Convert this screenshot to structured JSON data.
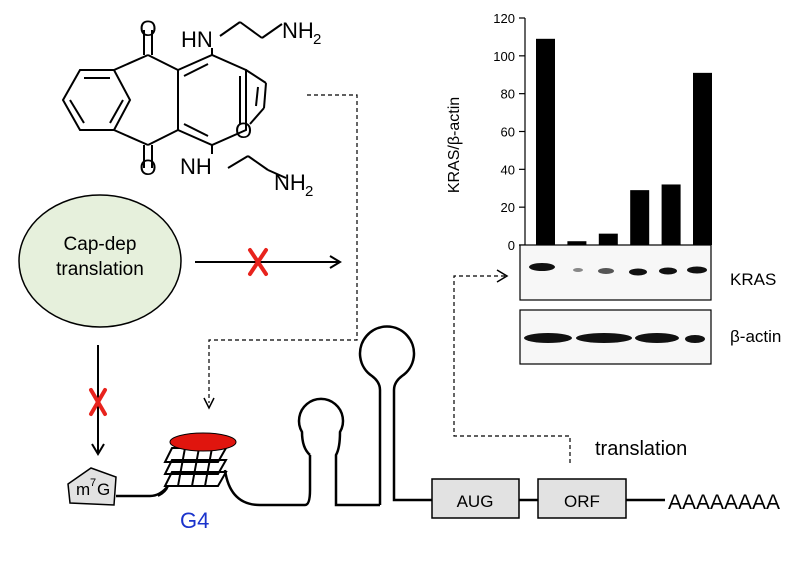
{
  "molecule": {
    "o_top": "O",
    "o_bottom": "O",
    "nh_top": "HN",
    "nh2_top": "NH",
    "nh2_top_sub": "2",
    "o_furan": "O",
    "nh_bottom": "NH",
    "nh2_bottom": "NH",
    "nh2_bottom_sub": "2"
  },
  "cap_dep": {
    "line1": "Cap-dep",
    "line2": "translation"
  },
  "m7g": {
    "main": "m",
    "sup": "7",
    "tail": "G"
  },
  "g4_label": "G4",
  "aug_label": "AUG",
  "orf_label": "ORF",
  "polya_label": "AAAAAAAA",
  "translation_label": "translation",
  "blot": {
    "kras_label": "KRAS",
    "actin_label": "β-actin"
  },
  "colors": {
    "ellipse_fill": "#e6f0dc",
    "inhibit_x": "#e8231d",
    "ligand": "#e0150e",
    "g4_text": "#1a33cc",
    "box_fill": "#e2e2e2"
  },
  "chart_data": {
    "type": "bar",
    "ylabel": "KRAS/β-actin",
    "xlabel": "",
    "ylim": [
      0,
      120
    ],
    "yticks": [
      0,
      20,
      40,
      60,
      80,
      100,
      120
    ],
    "categories": [
      "",
      "",
      "",
      "",
      "",
      ""
    ],
    "values": [
      109,
      2,
      6,
      29,
      32,
      91
    ],
    "grid": false
  }
}
